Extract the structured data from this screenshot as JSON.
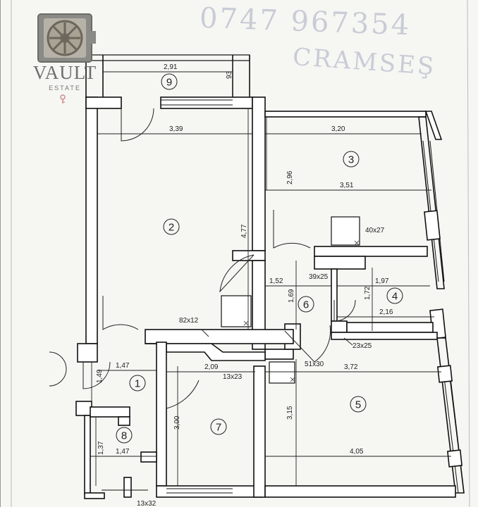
{
  "logo": {
    "brand": "VAULT",
    "sub": "ESTATE"
  },
  "handwritten": {
    "line1": "0747 967354",
    "line2": "CRAMSEŞ"
  },
  "rooms": {
    "r1": "1",
    "r2": "2",
    "r3": "3",
    "r4": "4",
    "r5": "5",
    "r6": "6",
    "r7": "7",
    "r8": "8",
    "r9": "9"
  },
  "dimensions": {
    "balcony_width": "2,91",
    "balcony_depth": "93",
    "r2_width": "3,39",
    "r2_height": "4,77",
    "r3_top": "3,20",
    "r3_height": "2,96",
    "r3_bottom": "3,51",
    "closet3": "40x27",
    "r6_width": "1,52",
    "r6_height": "1,69",
    "closet6": "39x25",
    "r4_top": "1,97",
    "r4_height": "1,72",
    "r4_bottom": "2,16",
    "closet2": "82x12",
    "closet4": "23x25",
    "r1_width": "1,47",
    "r1_height": "1,49",
    "r7_width": "2,09",
    "closet7": "13x23",
    "closet5": "51x30",
    "r5_top": "3,72",
    "r5_height": "3,15",
    "r5_bottom": "4,05",
    "r7_height": "3,00",
    "r8_height": "1,37",
    "r8_width": "1,47",
    "closet8": "13x32"
  }
}
